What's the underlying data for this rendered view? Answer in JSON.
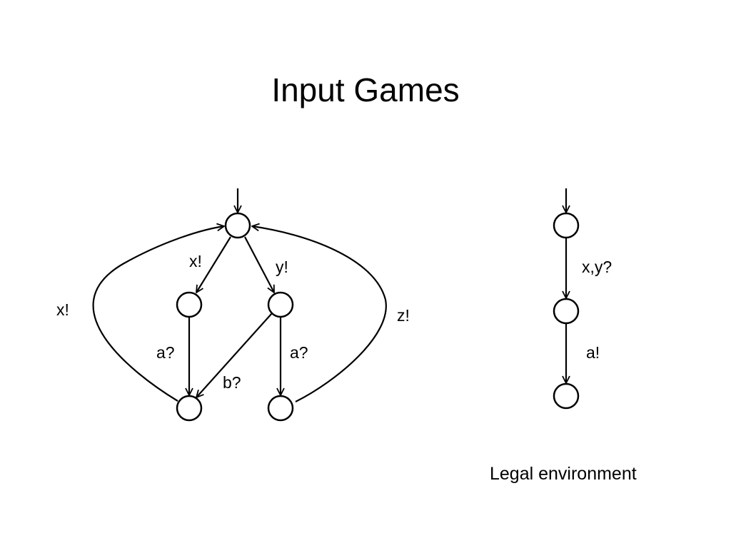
{
  "slide": {
    "title": "Input Games",
    "caption": "Legal environment"
  },
  "left_game": {
    "labels": {
      "x_left": "x!",
      "y_right": "y!",
      "x_loop": "x!",
      "z_loop": "z!",
      "a_left": "a?",
      "a_right": "a?",
      "b_cross": "b?"
    }
  },
  "right_game": {
    "labels": {
      "xy": "x,y?",
      "a": "a!"
    }
  },
  "colors": {
    "stroke": "#000000",
    "background": "#ffffff"
  }
}
